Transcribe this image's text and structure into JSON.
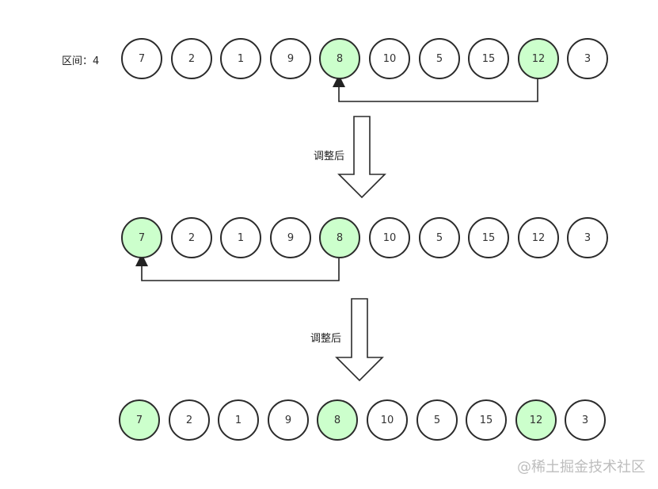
{
  "interval_label": "区间：4",
  "step_label": "调整后",
  "watermark": "@稀土掘金技术社区",
  "rows": [
    {
      "values": [
        "7",
        "2",
        "1",
        "9",
        "8",
        "10",
        "5",
        "15",
        "12",
        "3"
      ],
      "highlight": [
        4,
        8
      ],
      "arrow": {
        "from": 8,
        "to": 4
      }
    },
    {
      "values": [
        "7",
        "2",
        "1",
        "9",
        "8",
        "10",
        "5",
        "15",
        "12",
        "3"
      ],
      "highlight": [
        0,
        4
      ],
      "arrow": {
        "from": 4,
        "to": 0
      }
    },
    {
      "values": [
        "7",
        "2",
        "1",
        "9",
        "8",
        "10",
        "5",
        "15",
        "12",
        "3"
      ],
      "highlight": [
        0,
        4,
        8
      ],
      "arrow": null
    }
  ],
  "colors": {
    "highlight": "#ccffcc",
    "stroke": "#2b2b2b",
    "background": "#ffffff"
  }
}
